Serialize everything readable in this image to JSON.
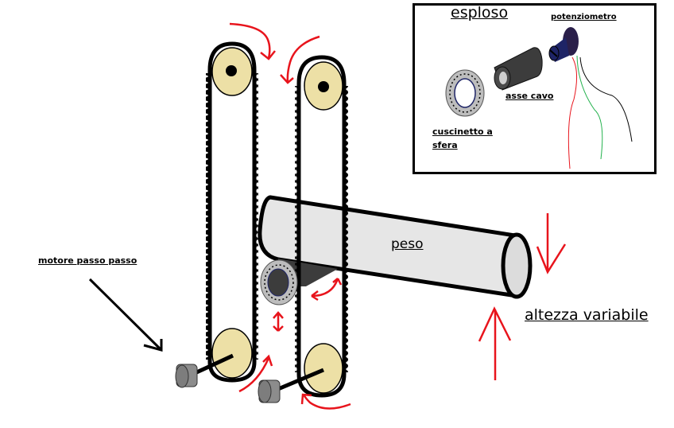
{
  "diagram": {
    "labels": {
      "motor": "motore passo passo",
      "weight": "peso",
      "variable_height": "altezza variabile"
    },
    "inset": {
      "title": "esploso",
      "parts": {
        "potentiometer": "potenziometro",
        "hollow_shaft": "asse cavo",
        "ball_bearing": "cuscinetto a sfera"
      }
    },
    "colors": {
      "pulley_fill": "#ede0a6",
      "belt": "#000000",
      "arrow_red": "#e8141c",
      "weight_fill": "#e6e6e6",
      "motor_fill": "#8c8c8c",
      "shaft_dark": "#3c3c3c",
      "potentiometer": "#1e2466",
      "wire_red": "#e8141c",
      "wire_green": "#22b14c",
      "wire_black": "#000000"
    }
  }
}
